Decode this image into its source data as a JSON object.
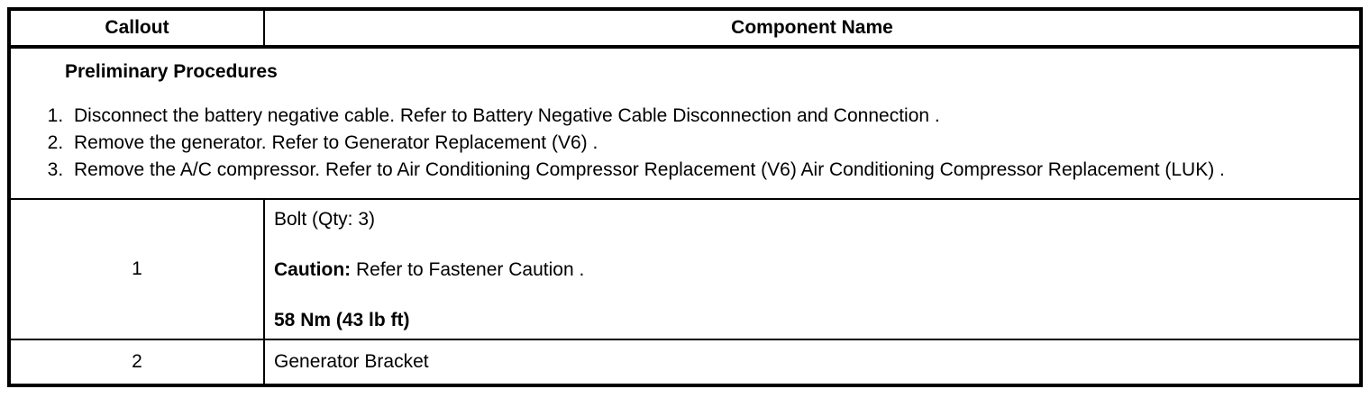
{
  "colors": {
    "border": "#000000",
    "background": "#ffffff",
    "text": "#000000"
  },
  "table": {
    "headers": {
      "callout": "Callout",
      "component": "Component Name"
    },
    "preliminary": {
      "title": "Preliminary Procedures",
      "steps": [
        "Disconnect the battery negative cable. Refer to Battery Negative Cable Disconnection and Connection .",
        "Remove the generator. Refer to Generator Replacement (V6) .",
        "Remove the A/C compressor. Refer to Air Conditioning Compressor Replacement (V6) Air Conditioning Compressor Replacement (LUK) ."
      ]
    },
    "rows": [
      {
        "callout": "1",
        "line1": "Bolt (Qty: 3)",
        "caution_label": "Caution:",
        "caution_text": "Refer to Fastener Caution .",
        "torque": "58 Nm (43 lb ft)"
      },
      {
        "callout": "2",
        "component": "Generator Bracket"
      }
    ]
  }
}
